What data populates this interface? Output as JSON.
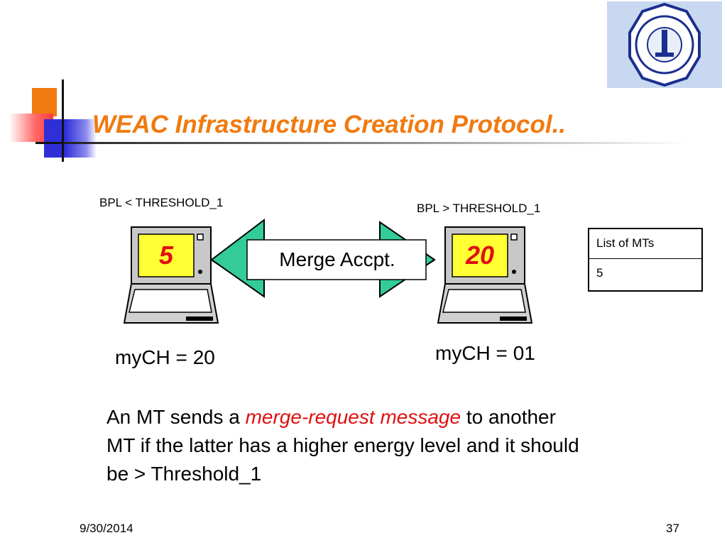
{
  "slide": {
    "title": "WEAC Infrastructure Creation Protocol..",
    "label_left": "BPL < THRESHOLD_1",
    "label_right": "BPL > THRESHOLD_1",
    "node_left_value": "5",
    "node_right_value": "20",
    "arrow_label": "Merge Accpt.",
    "list_header": "List of MTs",
    "list_value": "5",
    "mych_left_prefix": "myCH = ",
    "mych_left_value": "20",
    "mych_right_prefix": "myCH = ",
    "mych_right_value": "01",
    "body_part1": "An MT sends a ",
    "body_emphasis": "merge-request message",
    "body_part2": " to another MT if the latter has a higher energy level and it should be > Threshold_1",
    "footer_date": "9/30/2014",
    "page_number": "37"
  },
  "colors": {
    "title": "#f07a10",
    "arrow_fill": "#33cc99",
    "screen_fill": "#ffff33",
    "node_number": "#e01010",
    "emphasis": "#e01010"
  },
  "icons": [
    "laptop-icon",
    "university-logo",
    "double-arrow"
  ]
}
